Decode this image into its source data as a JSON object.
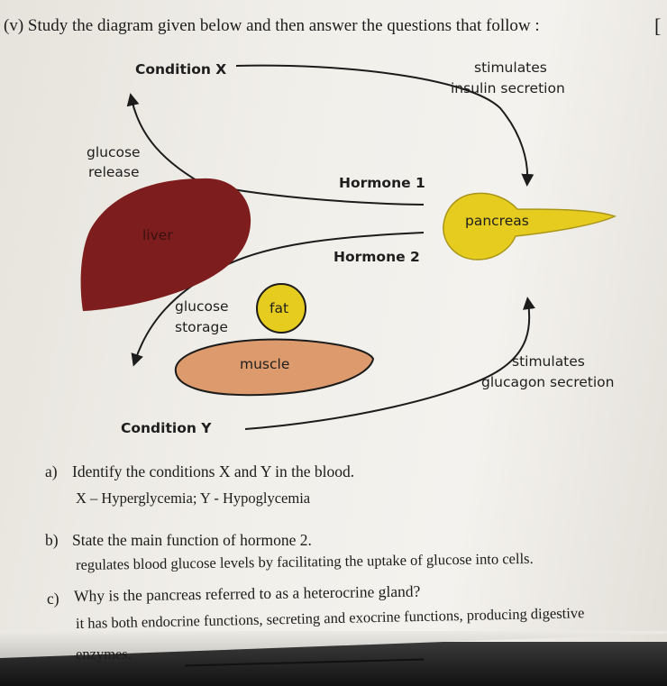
{
  "heading": "(v) Study the diagram given below and then answer the questions that follow :",
  "edge_mark": "[",
  "diagram": {
    "condition_x": "Condition X",
    "condition_y": "Condition Y",
    "stimulates_top": "stimulates",
    "insulin_secretion": "insulin secretion",
    "glucose_release_1": "glucose",
    "glucose_release_2": "release",
    "hormone_1": "Hormone 1",
    "hormone_2": "Hormone 2",
    "liver": "liver",
    "pancreas": "pancreas",
    "glucose_storage_1": "glucose",
    "glucose_storage_2": "storage",
    "fat": "fat",
    "muscle": "muscle",
    "stimulates_bottom": "stimulates",
    "glucagon_secretion": "glucagon secretion",
    "colors": {
      "liver": "#7d1d1d",
      "pancreas": "#e6cc1f",
      "fat": "#e6cc1f",
      "muscle": "#dd9a6c"
    }
  },
  "questions": {
    "a_label": "a)",
    "a_text": "Identify the conditions X and Y in the blood.",
    "a_answer": "X – Hyperglycemia; Y - Hypoglycemia",
    "b_label": "b)",
    "b_text": "State the main function of hormone 2.",
    "b_answer": "regulates blood glucose levels by facilitating the uptake of glucose into cells.",
    "c_label": "c)",
    "c_text": "Why is the pancreas referred to as a heterocrine gland?",
    "c_answer_1": "it has both endocrine functions, secreting and exocrine functions, producing digestive",
    "c_answer_2": "enzymes."
  }
}
